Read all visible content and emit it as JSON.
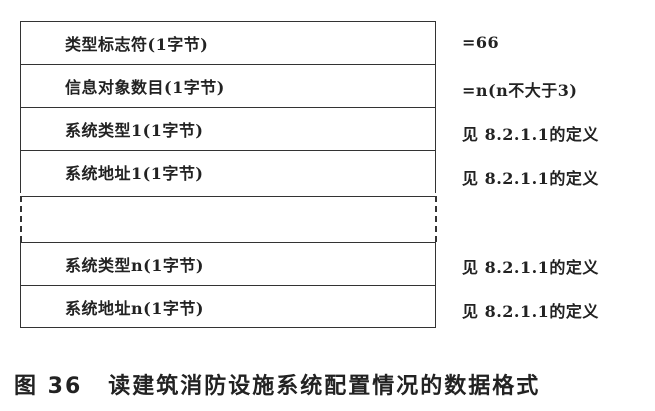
{
  "fields": [
    {
      "label": "类型标志符(1字节)",
      "desc": "=66"
    },
    {
      "label": "信息对象数目(1字节)",
      "desc": "=n(n不大于3)"
    },
    {
      "label": "系统类型1(1字节)",
      "desc": "见 8.2.1.1的定义"
    },
    {
      "label": "系统地址1(1字节)",
      "desc": "见 8.2.1.1的定义"
    },
    {
      "label": "系统类型n(1字节)",
      "desc": "见 8.2.1.1的定义"
    },
    {
      "label": "系统地址n(1字节)",
      "desc": "见 8.2.1.1的定义"
    }
  ],
  "caption": {
    "number": "图 36",
    "title": "读建筑消防设施系统配置情况的数据格式"
  }
}
